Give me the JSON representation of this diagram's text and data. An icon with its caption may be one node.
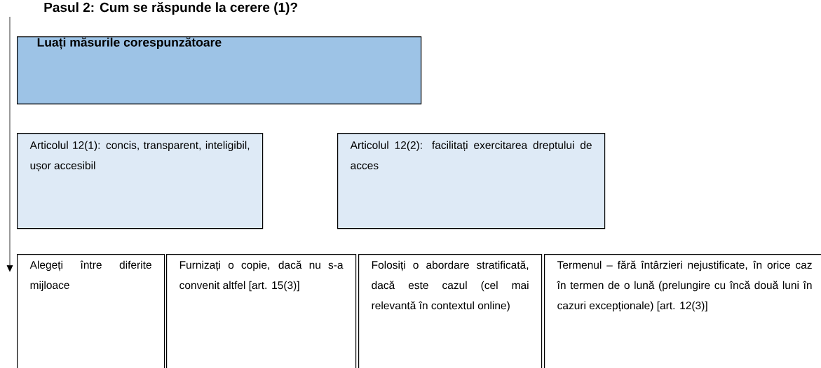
{
  "diagram": {
    "title": "Pasul 2: Cum se răspunde la cerere (1)?",
    "nodes": [
      {
        "text": [
          "Luați măsurile corespunzătoare"
        ]
      },
      {
        "text": [
          "Articolul 12(1): concis, transparent, inteligibil, ușor accesibil"
        ]
      },
      {
        "text": [
          "Articolul 12(2): facilitați exercitarea dreptului de acces"
        ]
      },
      {
        "text": [
          "Alegeți între diferite mijloace"
        ]
      },
      {
        "text": [
          "Furnizați o copie, dacă nu s-a convenit altfel [art. 15(3)]"
        ]
      },
      {
        "text": [
          "Folosiți o abordare stratificată, dacă este cazul (cel mai relevantă în contextul online)"
        ]
      },
      {
        "text": [
          "Termenul – fără întârzieri nejustificate, în orice caz în termen de o lună (prelungire cu încă două luni în cazuri excepționale) [art. 12(3)]"
        ]
      }
    ],
    "edges": [
      {
        "from": null,
        "to": 3,
        "arrow": "to"
      }
    ]
  }
}
